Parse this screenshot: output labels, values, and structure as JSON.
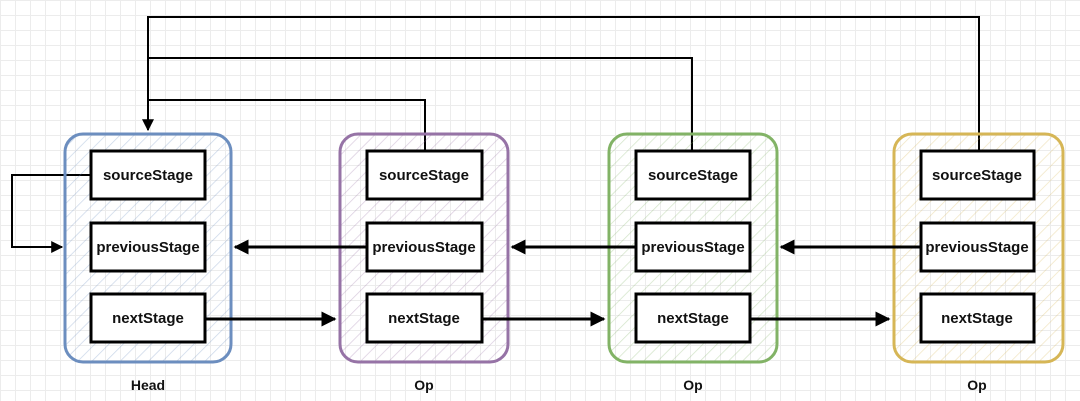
{
  "colors": {
    "head": "#6c8ebf",
    "op1": "#9673a6",
    "op2": "#82b366",
    "op3": "#d6b656",
    "wire": "#000000"
  },
  "stages": [
    {
      "label": "Head",
      "fields": {
        "source": "sourceStage",
        "previous": "previousStage",
        "next": "nextStage"
      }
    },
    {
      "label": "Op",
      "fields": {
        "source": "sourceStage",
        "previous": "previousStage",
        "next": "nextStage"
      }
    },
    {
      "label": "Op",
      "fields": {
        "source": "sourceStage",
        "previous": "previousStage",
        "next": "nextStage"
      }
    },
    {
      "label": "Op",
      "fields": {
        "source": "sourceStage",
        "previous": "previousStage",
        "next": "nextStage"
      }
    }
  ]
}
